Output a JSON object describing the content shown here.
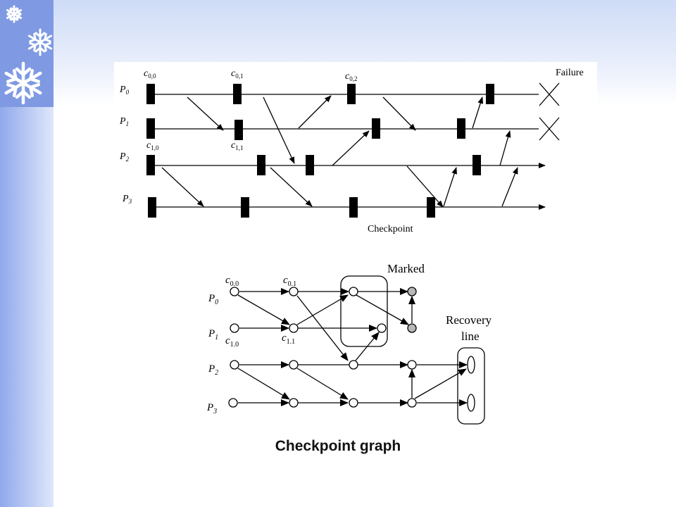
{
  "top_diagram": {
    "processes": [
      "P",
      "P",
      "P",
      "P"
    ],
    "process_subscripts": [
      "0",
      "1",
      "2",
      "3"
    ],
    "checkpoint_labels": [
      {
        "base": "c",
        "sub": "0,0"
      },
      {
        "base": "c",
        "sub": "0,1"
      },
      {
        "base": "c",
        "sub": "0,2"
      },
      {
        "base": "c",
        "sub": "1,0"
      },
      {
        "base": "c",
        "sub": "1,1"
      }
    ],
    "failure_label": "Failure",
    "checkpoint_label": "Checkpoint"
  },
  "bottom_diagram": {
    "processes": [
      "P",
      "P",
      "P",
      "P"
    ],
    "process_subscripts": [
      "0",
      "1",
      "2",
      "3"
    ],
    "node_labels": [
      {
        "base": "c",
        "sub": "0.0"
      },
      {
        "base": "c",
        "sub": "0.1"
      },
      {
        "base": "c",
        "sub": "1.0"
      },
      {
        "base": "c",
        "sub": "1.1"
      }
    ],
    "marked_label": "Marked",
    "recovery_label_line1": "Recovery",
    "recovery_label_line2": "line"
  },
  "caption": "Checkpoint graph",
  "colors": {
    "slide_accent": "#7f9ae3",
    "marked_node": "#b8b8b8",
    "line": "#000000"
  }
}
